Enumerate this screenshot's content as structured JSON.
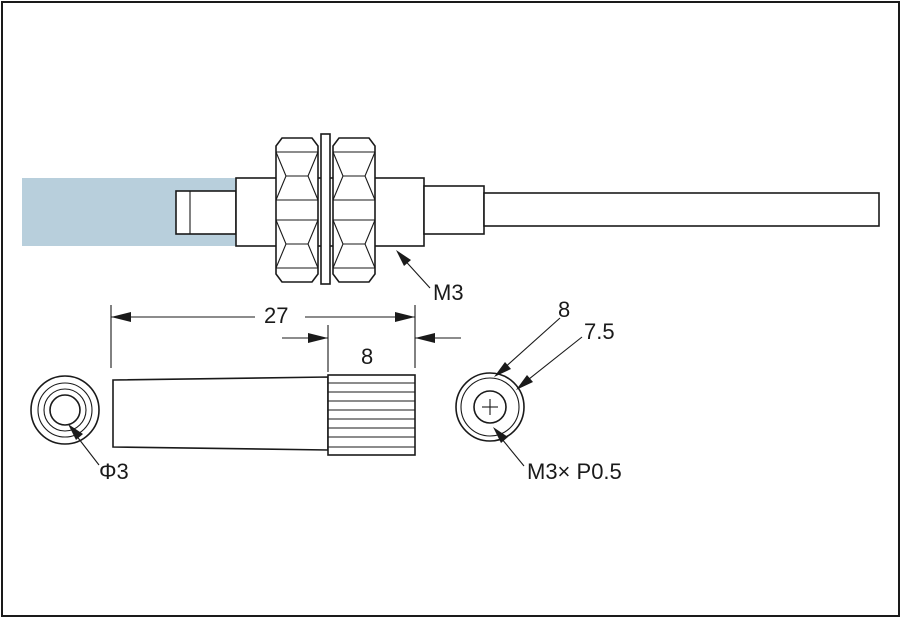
{
  "colors": {
    "line": "#1a1a1a",
    "cable_highlight": "#b8cfdc",
    "background": "#ffffff"
  },
  "labels": {
    "thread_top": "M3",
    "overall_length": "27",
    "nut_length": "8",
    "tip_diameter": "Φ3",
    "outer_diameter": "8",
    "inner_diameter": "7.5",
    "thread_spec": "M3× P0.5"
  }
}
